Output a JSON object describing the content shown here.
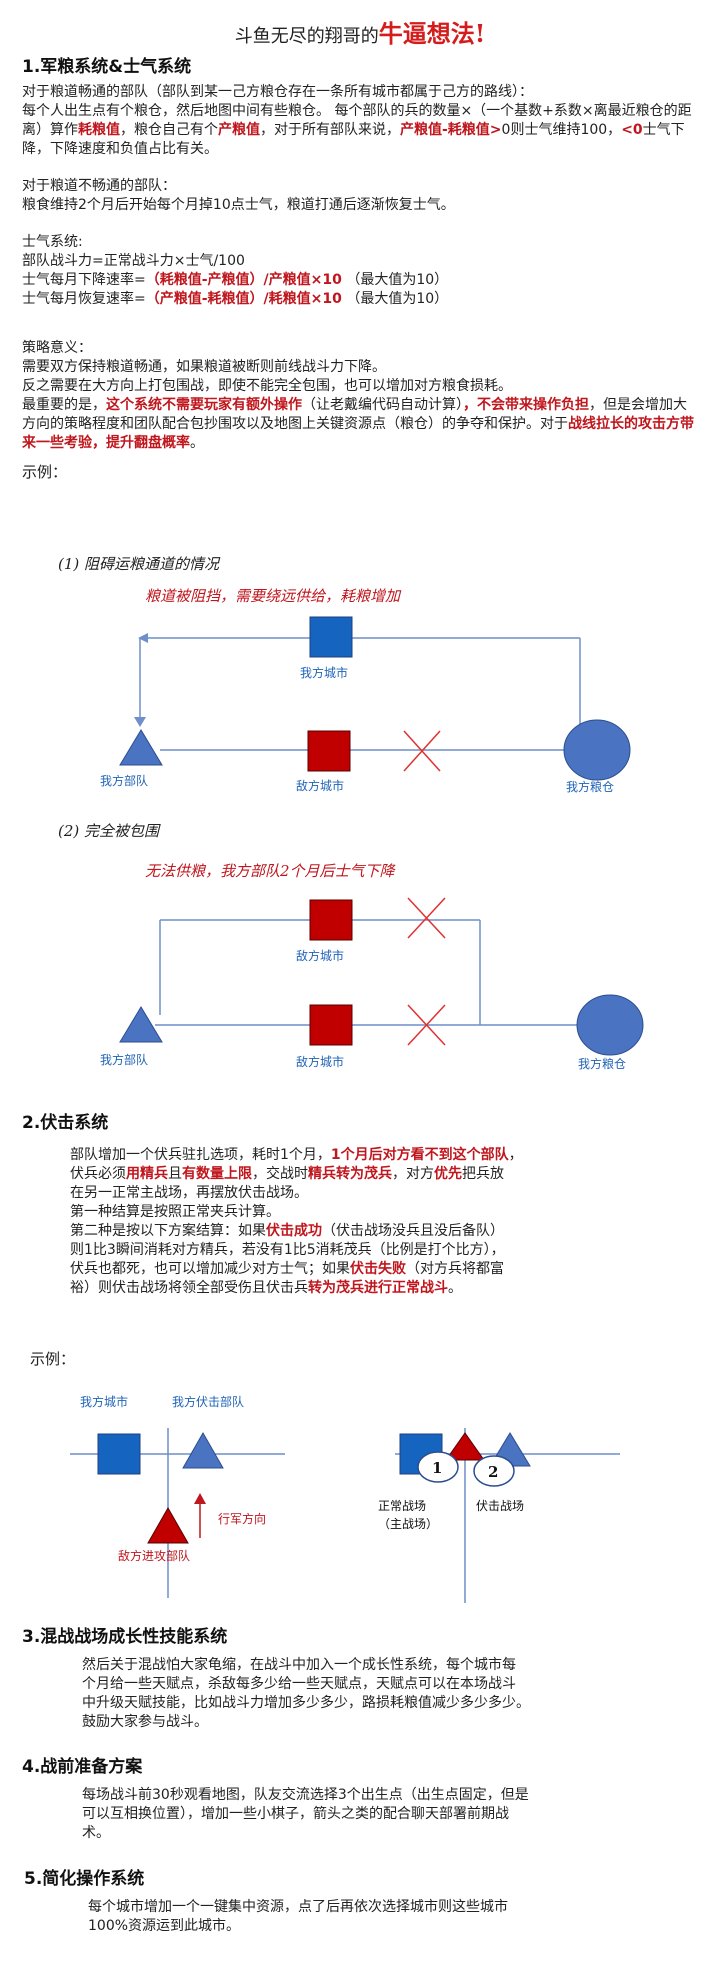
{
  "title_plain": "斗鱼无尽的翔哥的",
  "title_hl": "牛逼想法!",
  "s1": {
    "heading": "1.军粮系统&士气系统",
    "p1_head": "对于粮道畅通的部队（部队到某一己方粮仓存在一条所有城市都属于己方的路线）：",
    "p1_a": "每个人出生点有个粮仓，然后地图中间有些粮仓。 每个部队的兵的数量×（一个基数+系数×离最近粮仓的距离）算作",
    "p1_b": "耗粮值",
    "p1_c": "，粮仓自己有个",
    "p1_d": "产粮值",
    "p1_e": "，对于所有部队来说，",
    "p1_f": "产粮值-耗粮值>",
    "p1_g": "0则士气维持100，",
    "p1_h": "<0",
    "p1_i": "士气下降，下降速度和负值占比有关。",
    "p2_head": "对于粮道不畅通的部队：",
    "p2_body": "粮食维持2个月后开始每个月掉10点士气，粮道打通后逐渐恢复士气。",
    "p3_head": "士气系统:",
    "p3_l1": "部队战斗力=正常战斗力×士气/100",
    "p3_l2a": "士气每月下降速率=",
    "p3_l2b": "（耗粮值-产粮值）/产粮值×10",
    "p3_l2c": "（最大值为10）",
    "p3_l3a": "士气每月恢复速率=",
    "p3_l3b": "（产粮值-耗粮值）/耗粮值×10",
    "p3_l3c": "（最大值为10）",
    "p4_head": "策略意义：",
    "p4_l1": "需要双方保持粮道畅通，如果粮道被断则前线战斗力下降。",
    "p4_l2": "反之需要在大方向上打包围战，即使不能完全包围，也可以增加对方粮食损耗。",
    "p4_l3a": "最重要的是，",
    "p4_l3b": "这个系统不需要玩家有额外操作",
    "p4_l3c": "（让老戴编代码自动计算）",
    "p4_l3d": "，不会带来操作负担",
    "p4_l3e": "，但是会增加大方向的策略程度和团队配合包抄围攻以及地图上关键资源点（粮仓）的争夺和保护。对于",
    "p4_l3f": "战线拉长的攻击方带来一些考验，提升翻盘概率",
    "p4_l3g": "。",
    "example": "示例：",
    "d1": {
      "caption": "(1) 阻碍运粮通道的情况",
      "note": "粮道被阻挡，需要绕远供给，耗粮增加",
      "our_city": "我方城市",
      "our_army": "我方部队",
      "enemy_city": "敌方城市",
      "our_granary": "我方粮仓"
    },
    "d2": {
      "caption": "(2) 完全被包围",
      "note": "无法供粮，我方部队2个月后士气下降",
      "enemy_city1": "敌方城市",
      "enemy_city2": "敌方城市",
      "our_army": "我方部队",
      "our_granary": "我方粮仓"
    }
  },
  "s2": {
    "heading": "2.伏击系统",
    "l1a": "部队增加一个伏兵驻扎选项，耗时1个月，",
    "l1b": "1个月后对方看不到这个部队",
    "l1c": "，",
    "l2a": "伏兵必须",
    "l2b": "用精兵",
    "l2c": "且",
    "l2d": "有数量上限",
    "l2e": "，交战时",
    "l2f": "精兵转为茂兵",
    "l2g": "，对方",
    "l2h": "优先",
    "l2i": "把兵放",
    "l3": "在另一正常主战场，再摆放伏击战场。",
    "l4": "第一种结算是按照正常夹兵计算。",
    "l5a": "第二种是按以下方案结算：如果",
    "l5b": "伏击成功",
    "l5c": "（伏击战场没兵且没后备队）",
    "l6": "则1比3瞬间消耗对方精兵，若没有1比5消耗茂兵（比例是打个比方），",
    "l7a": "伏兵也都死，也可以增加减少对方士气；如果",
    "l7b": "伏击失败",
    "l7c": "（对方兵将都富",
    "l8a": "裕）则伏击战场将领全部受伤且伏击兵",
    "l8b": "转为茂兵进行正常战斗",
    "l8c": "。",
    "example": "示例：",
    "d3": {
      "our_city": "我方城市",
      "our_ambush": "我方伏击部队",
      "march": "行军方向",
      "enemy_attack": "敌方进攻部队",
      "n1": "1",
      "n2": "2",
      "normal": "正常战场",
      "main": "（主战场）",
      "ambush_field": "伏击战场"
    }
  },
  "s3": {
    "heading": "3.混战战场成长性技能系统",
    "l1": "然后关于混战怕大家龟缩，在战斗中加入一个成长性系统，每个城市每",
    "l2": "个月给一些天赋点，杀敌每多少给一些天赋点，天赋点可以在本场战斗",
    "l3": "中升级天赋技能，比如战斗力增加多少多少，路损耗粮值减少多少多少。",
    "l4": "鼓励大家参与战斗。"
  },
  "s4": {
    "heading": "4.战前准备方案",
    "l1": "每场战斗前30秒观看地图，队友交流选择3个出生点（出生点固定，但是",
    "l2": "可以互相换位置），增加一些小棋子，箭头之类的配合聊天部署前期战",
    "l3": "术。"
  },
  "s5": {
    "heading": "5.简化操作系统",
    "l1": "每个城市增加一个一键集中资源，点了后再依次选择城市则这些城市",
    "l2": "100%资源运到此城市。"
  },
  "colors": {
    "red": "#c0161d",
    "blue": "#1f63b6",
    "circle": "#4a73c2",
    "line": "#6f8fc9"
  }
}
